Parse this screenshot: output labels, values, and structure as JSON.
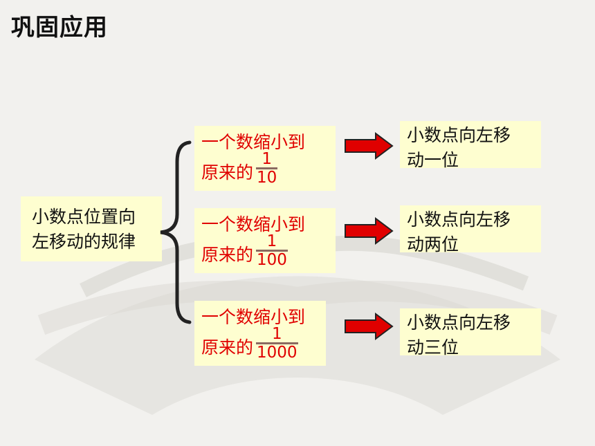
{
  "slide": {
    "title": "巩固应用",
    "rule_box": {
      "line1": "小数点位置向",
      "line2": "左移动的规律"
    },
    "conditions": [
      {
        "line1": "一个数缩小到",
        "line2": "原来的",
        "numerator": "1",
        "denominator": "10"
      },
      {
        "line1": "一个数缩小到",
        "line2": "原来的",
        "numerator": "1",
        "denominator": "100"
      },
      {
        "line1": "一个数缩小到",
        "line2": "原来的",
        "numerator": "1",
        "denominator": "1000"
      }
    ],
    "results": [
      {
        "line1": "小数点向左移",
        "line2": "动一位"
      },
      {
        "line1": "小数点向左移",
        "line2": "动两位"
      },
      {
        "line1": "小数点向左移",
        "line2": "动三位"
      }
    ],
    "colors": {
      "box_fill": "#fefed0",
      "condition_text": "#e00000",
      "arrow_fill": "#e00000",
      "arrow_stroke": "#222222"
    }
  }
}
